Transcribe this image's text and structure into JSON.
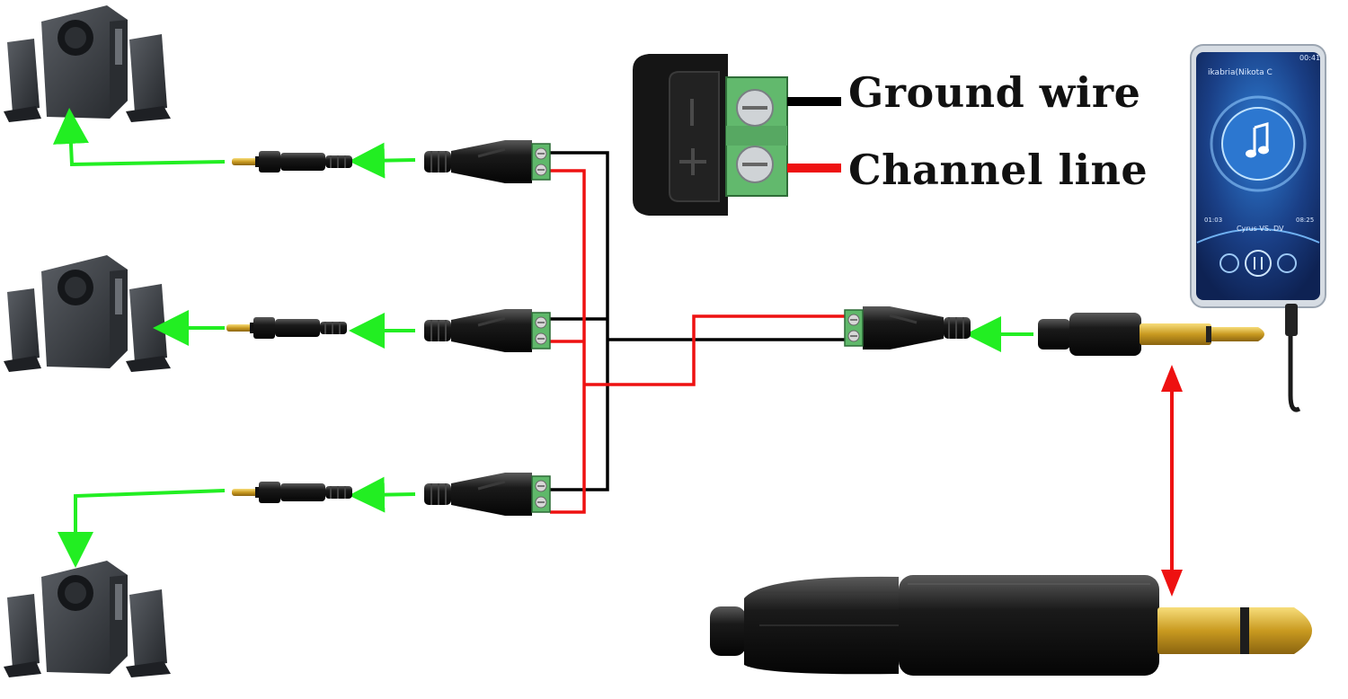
{
  "legend": {
    "ground_label": "Ground wire",
    "channel_label": "Channel line",
    "ground_color": "#000000",
    "channel_color": "#ee1111"
  },
  "phone": {
    "status_time": "00:41",
    "contact": "ikabria(Nikota C",
    "track": "Cyrus VS. DV",
    "elapsed": "01:03",
    "duration": "08:25"
  },
  "colors": {
    "signal_arrow": "#22ee22",
    "bidirectional_arrow": "#ee1111",
    "terminal_block": "#5fb86a",
    "plug_gold": "#d4a52a",
    "speaker_body": "#3c3f44"
  },
  "icons": {
    "phone_center": "music-note-icon",
    "speakers": "speaker-system-icon",
    "connectors": "terminal-block-icon",
    "plugs": "mono-jack-plug-icon"
  }
}
